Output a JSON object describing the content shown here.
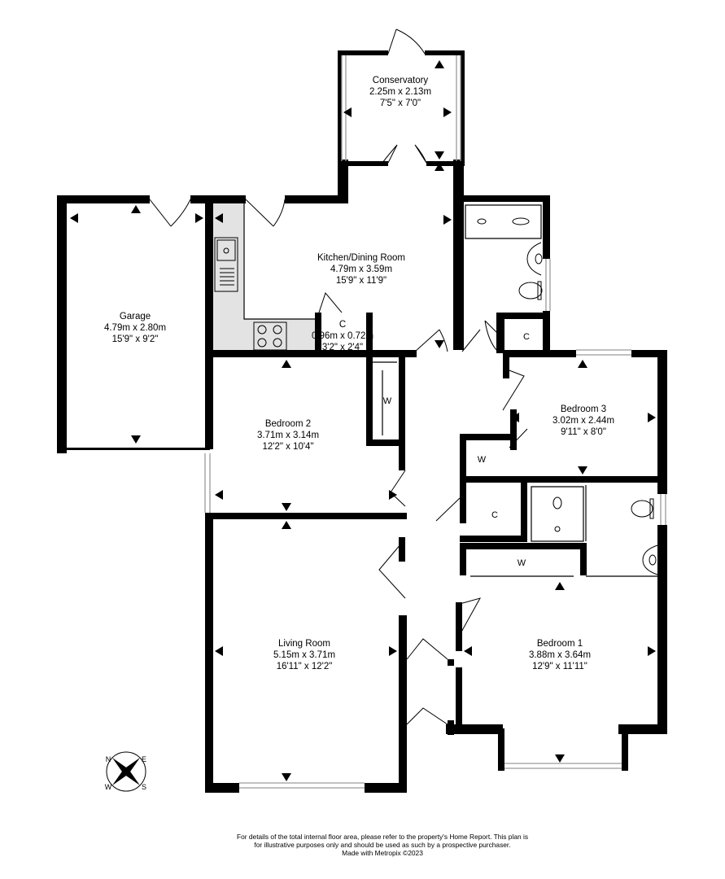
{
  "rooms": {
    "conservatory": {
      "name": "Conservatory",
      "metric": "2.25m  x 2.13m",
      "imperial": "7'5\"  x 7'0\""
    },
    "kitchen": {
      "name": "Kitchen/Dining Room",
      "metric": "4.79m  x 3.59m",
      "imperial": "15'9\"  x 11'9\""
    },
    "garage": {
      "name": "Garage",
      "metric": "4.79m  x 2.80m",
      "imperial": "15'9\"  x 9'2\""
    },
    "cupboard_small": {
      "name": "C",
      "metric": "0.96m  x 0.72m",
      "imperial": "3'2\"  x 2'4\""
    },
    "bedroom2": {
      "name": "Bedroom 2",
      "metric": "3.71m  x 3.14m",
      "imperial": "12'2\"  x 10'4\""
    },
    "bedroom3": {
      "name": "Bedroom 3",
      "metric": "3.02m  x 2.44m",
      "imperial": "9'11\"  x 8'0\""
    },
    "living": {
      "name": "Living Room",
      "metric": "5.15m  x 3.71m",
      "imperial": "16'11\"  x 12'2\""
    },
    "bedroom1": {
      "name": "Bedroom 1",
      "metric": "3.88m  x 3.64m",
      "imperial": "12'9\"  x 11'11\""
    }
  },
  "small_labels": {
    "c_bath": "C",
    "c_hall": "C",
    "w_bed2": "W",
    "w_bed3": "W",
    "w_bed1": "W"
  },
  "compass": {
    "n": "N",
    "e": "E",
    "s": "S",
    "w": "W"
  },
  "footer": {
    "line1": "For details of the total internal floor area, please refer to the property's Home Report. This plan is",
    "line2": "for illustrative purposes only and should be used as such by a prospective purchaser.",
    "line3": "Made with Metropix ©2023"
  },
  "colors": {
    "wall": "#000000",
    "kitchen_floor": "#e3e3e3",
    "window": "#9a9a9a"
  }
}
